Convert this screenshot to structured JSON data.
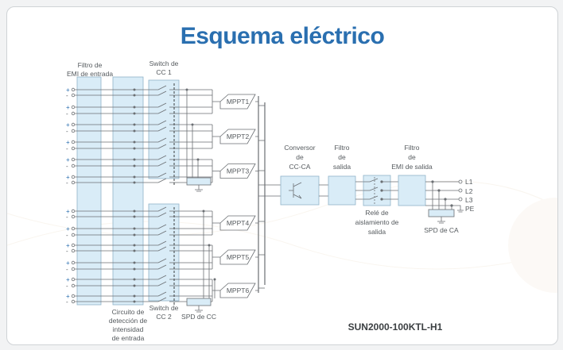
{
  "title": "Esquema eléctrico",
  "model": "SUN2000-100KTL-H1",
  "labels": {
    "emi_input_1": "Filtro de",
    "emi_input_2": "EMI de entrada",
    "dc_switch1_1": "Switch de",
    "dc_switch1_2": "CC 1",
    "dc_switch2_1": "Switch de",
    "dc_switch2_2": "CC 2",
    "current_1": "Circuito de",
    "current_2": "detección de",
    "current_3": "intensidad",
    "current_4": "de entrada",
    "spd_dc": "SPD de CC",
    "inverter_1": "Conversor",
    "inverter_2": "de",
    "inverter_3": "CC-CA",
    "out_filter_1": "Filtro",
    "out_filter_2": "de",
    "out_filter_3": "salida",
    "emi_out_1": "Filtro",
    "emi_out_2": "de",
    "emi_out_3": "EMI de salida",
    "relay_1": "Relé de",
    "relay_2": "aislamiento de",
    "relay_3": "salida",
    "spd_ac": "SPD de CA"
  },
  "mppts": [
    "MPPT1",
    "MPPT2",
    "MPPT3",
    "MPPT4",
    "MPPT5",
    "MPPT6"
  ],
  "outputs": [
    "L1",
    "L2",
    "L3",
    "PE"
  ],
  "input_polarity": [
    "+",
    "-",
    "+",
    "-",
    "+",
    "-",
    "+",
    "-",
    "+",
    "-",
    "+",
    "-",
    "+",
    "-",
    "+",
    "-",
    "+",
    "-",
    "+",
    "-",
    "+",
    "-",
    "+",
    "-"
  ]
}
